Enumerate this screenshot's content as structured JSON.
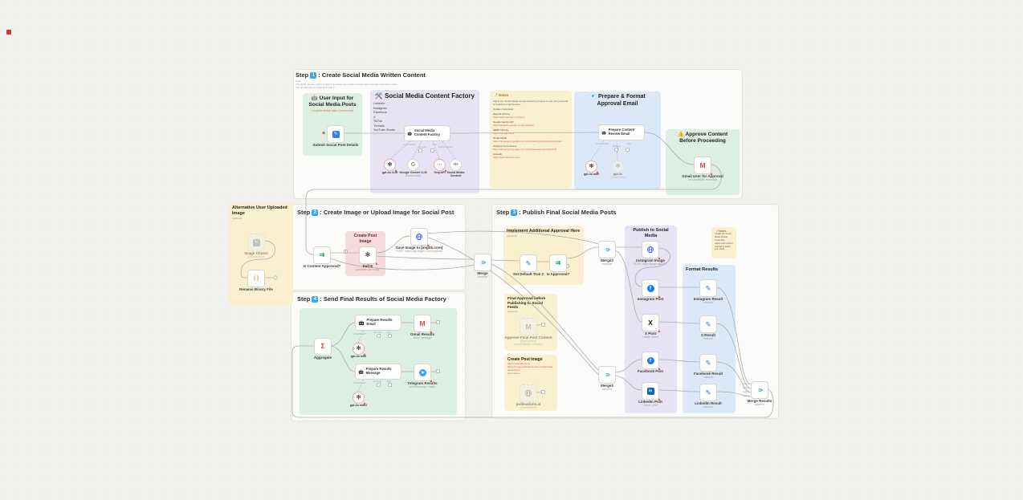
{
  "colors": {
    "badge_blue": "#3ea2ea",
    "wire": "#ababab",
    "sticky_green": "#dcefe3",
    "sticky_purple": "#e7e2f4",
    "sticky_yellow": "#fbf0ce",
    "sticky_blue": "#dbe8f7",
    "sticky_pink": "#f6dbdb"
  },
  "step1": {
    "label": "Step",
    "badge": "1",
    "title": ": Create Social Media Written Content",
    "notes": [
      "Note:",
      "You could use the output of step 1 to review your written content and manually post them online.",
      "You do not have to implement step 2."
    ],
    "user_input": {
      "title": "🤖 User Input for Social Media Posts",
      "hint": "✍ Update default data in form source",
      "node": {
        "label": "Submit Social Post Details"
      }
    },
    "factory": {
      "title": "🛠️ Social Media Content Factory",
      "bullets": [
        "LinkedIn",
        "Instagram",
        "Facebook",
        "X",
        "TikTok",
        "Threads",
        "YouTube Shorts"
      ],
      "node": {
        "label": "Social Media Content Factory"
      },
      "ports": [
        "Chat Model*",
        "Memory",
        "Tool",
        "Output Parser*"
      ],
      "subnodes": [
        {
          "label": "gpt-4o LLM",
          "sub": ""
        },
        {
          "label": "Google Gemini LLM",
          "sub": "(Deactivated)"
        },
        {
          "label": "SerpAPI",
          "sub": ""
        },
        {
          "label": "Social Media Content",
          "sub": ""
        }
      ]
    },
    "notes_sticky": {
      "title": "📝 Notes",
      "body": [
        "Adjust the Social Media Content Factory prompts to suit your personal or business requirements.",
        "Update credentials:"
      ],
      "links": [
        {
          "name": "OpenAI API key",
          "url": "https://auth.openai.com/log-in"
        },
        {
          "name": "Google Gemini API",
          "url": "https://aistudio.google.com/app/apikey"
        },
        {
          "name": "SERP API key",
          "url": "https://serpapi.com/"
        },
        {
          "name": "Gmail OAuth",
          "url": "https://developers.google.com/workspace/gmail/api/auth/scopes"
        },
        {
          "name": "Telegram for business",
          "url": "https://developers.google.com/workspace/telegram/api/auth"
        },
        {
          "name": "LinkedIn",
          "url": "https://www.linkedin.com/"
        }
      ]
    },
    "email": {
      "title": "📧 Prepare & Format Approval Email",
      "node": {
        "label": "Prepare Content Review Email"
      },
      "ports": [
        "Chat Model*",
        "Memory",
        "Tool"
      ],
      "subnodes": [
        {
          "label": "gpt-4o mini",
          "sub": ""
        },
        {
          "label": "gpt-4o",
          "sub": "(Deactivated)"
        }
      ]
    },
    "approve": {
      "title": "👍 Approve Content Before Proceeding",
      "node": {
        "label": "Gmail User for Approval",
        "sub": "sendAndWait: message"
      }
    }
  },
  "step2": {
    "label": "Step",
    "badge": "2",
    "title": ": Create Image or Upload Image for Social Post",
    "if_node": {
      "label": "Is Content Approved?"
    },
    "if_marker": "1",
    "image_sticky": {
      "title": "Create Post Image"
    },
    "dalle": {
      "label": "Dall-E",
      "sub": "generate: an image"
    },
    "imgbb": {
      "label": "Save Image to [imgbb.com]",
      "sub": "POST: https://api.imgbb.com/1/upload"
    },
    "merge": {
      "label": "Merge",
      "sub": "combine"
    }
  },
  "alt": {
    "title": "Alternative User Uploaded Image",
    "optional": "(optional)",
    "node1": {
      "label": "Image Choice",
      "sub": "(Deactivated)"
    },
    "node2": {
      "label": "Rename Binary File"
    }
  },
  "step4": {
    "label": "Step",
    "badge": "4",
    "title": ": Send Final Results of Social Media Factory",
    "aggregate": {
      "label": "Aggregate"
    },
    "email_agent": {
      "label": "Prepare Results Email",
      "ports": [
        "Chat Model*",
        "Memory",
        "Tool"
      ],
      "llm": {
        "label": "gpt-4o mini"
      }
    },
    "gmail": {
      "label": "Gmail Results",
      "sub": "send: message"
    },
    "msg_agent": {
      "label": "Prepare Results Message",
      "ports": [
        "Chat Model*",
        "Memory",
        "Tool"
      ],
      "llm": {
        "label": "gpt-4o mini2"
      }
    },
    "telegram": {
      "label": "Telegram Results",
      "sub": "sendMessage: chatId"
    }
  },
  "step3": {
    "label": "Step",
    "badge": "3",
    "title": ": Publish Final Social Media Posts",
    "approval_sticky": {
      "title": "Implement Additional Approval Here",
      "optional": "(optional)"
    },
    "set_node": {
      "label": "Set Default True 2"
    },
    "if_node": {
      "label": "Is Approved?"
    },
    "merge3": {
      "label": "Merge3",
      "sub": "combine"
    },
    "publish_sticky": {
      "title": "Publish to Social Media"
    },
    "instagram_image": {
      "label": "Instagram Image",
      "sub": "POST: https://graph.faceb..."
    },
    "instagram_post": {
      "label": "Instagram Post"
    },
    "x_post": {
      "label": "X Post",
      "sub": "create: tweet"
    },
    "facebook_post": {
      "label": "Facebook Post"
    },
    "linkedin_post": {
      "label": "LinkedIn Post",
      "sub": "create: post"
    },
    "format_sticky": {
      "title": "Format Results"
    },
    "results": [
      {
        "label": "Instagram Result",
        "sub": "manual"
      },
      {
        "label": "X Result",
        "sub": "manual"
      },
      {
        "label": "Facebook Result",
        "sub": "manual"
      },
      {
        "label": "LinkedIn Result",
        "sub": "manual"
      }
    ],
    "notes2": {
      "title": "📝 Notes",
      "body": [
        "Update the Social Media Partner credentials.",
        "Adjust each content payload to match your feeds."
      ]
    },
    "final_approval": {
      "title": "Final Approval before Publishing to Social Feeds",
      "optional": "(optional)",
      "node": {
        "label": "Approve Final Post Content",
        "sub": "(Deactivated)",
        "sub2": "sendAndWait: message"
      }
    },
    "create_image": {
      "title": "Create Post Image",
      "links": [
        "https://pollinations.ai/",
        "https://image.pollinations.ai/prompt/{image description}"
      ],
      "optional": "(alternative)",
      "node": {
        "label": "pollinations.ai",
        "sub": "(Deactivated)"
      }
    },
    "merge2": {
      "label": "Merge2",
      "sub": "combine"
    },
    "merge_results": {
      "label": "Merge Results",
      "sub": "append",
      "inputs": [
        "Input 1",
        "Input 2",
        "Input 3",
        "Input 4"
      ]
    }
  }
}
